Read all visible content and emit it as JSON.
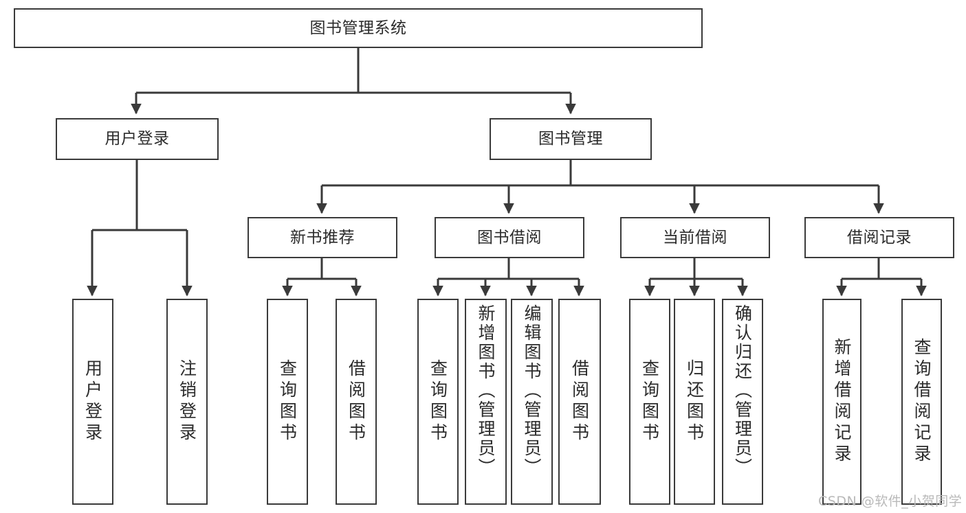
{
  "diagram": {
    "title": "图书管理系统",
    "type": "hierarchy-tree",
    "watermark": "CSDN @软件_小贺同学",
    "colors": {
      "stroke": "#3a3a3a",
      "box_fill": "#ffffff",
      "text": "#2b2b2b",
      "background": "#ffffff",
      "watermark": "#b9b9b9"
    },
    "levels": [
      {
        "level": 1,
        "nodes": [
          {
            "id": "root",
            "label": "图书管理系统"
          }
        ]
      },
      {
        "level": 2,
        "nodes": [
          {
            "id": "login",
            "label": "用户登录",
            "parent": "root"
          },
          {
            "id": "bookmgmt",
            "label": "图书管理",
            "parent": "root"
          }
        ]
      },
      {
        "level": 3,
        "nodes": [
          {
            "id": "newbook",
            "label": "新书推荐",
            "parent": "bookmgmt"
          },
          {
            "id": "borrow",
            "label": "图书借阅",
            "parent": "bookmgmt"
          },
          {
            "id": "current",
            "label": "当前借阅",
            "parent": "bookmgmt"
          },
          {
            "id": "record",
            "label": "借阅记录",
            "parent": "bookmgmt"
          }
        ]
      },
      {
        "level": 4,
        "nodes": [
          {
            "id": "leaf1",
            "label": "用户登录",
            "parent": "login"
          },
          {
            "id": "leaf2",
            "label": "注销登录",
            "parent": "login"
          },
          {
            "id": "leaf3",
            "label": "查询图书",
            "parent": "newbook"
          },
          {
            "id": "leaf4",
            "label": "借阅图书",
            "parent": "newbook"
          },
          {
            "id": "leaf5",
            "label": "查询图书",
            "parent": "borrow"
          },
          {
            "id": "leaf6",
            "label": "新增图书（管理员）",
            "parent": "borrow"
          },
          {
            "id": "leaf7",
            "label": "编辑图书（管理员）",
            "parent": "borrow"
          },
          {
            "id": "leaf8",
            "label": "借阅图书",
            "parent": "borrow"
          },
          {
            "id": "leaf9",
            "label": "查询图书",
            "parent": "current"
          },
          {
            "id": "leaf10",
            "label": "归还图书",
            "parent": "current"
          },
          {
            "id": "leaf11",
            "label": "确认归还（管理员）",
            "parent": "current"
          },
          {
            "id": "leaf12",
            "label": "新增借阅记录",
            "parent": "record"
          },
          {
            "id": "leaf13",
            "label": "查询借阅记录",
            "parent": "record"
          }
        ]
      }
    ]
  }
}
